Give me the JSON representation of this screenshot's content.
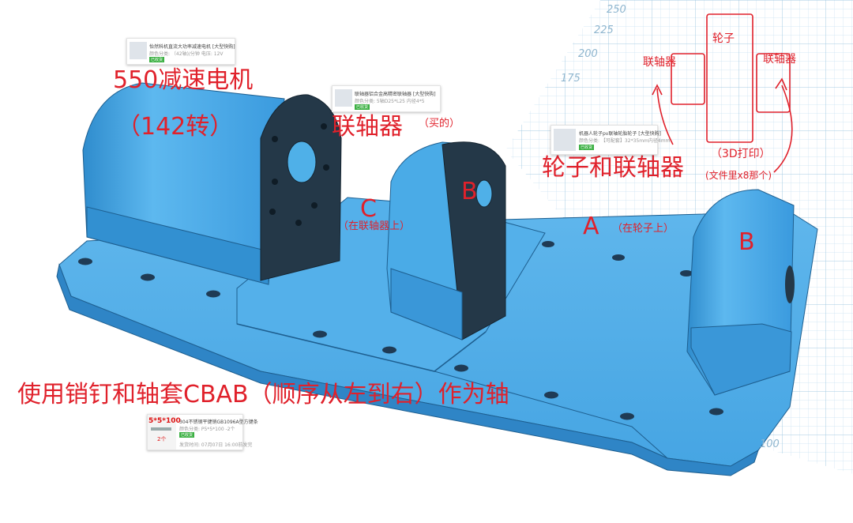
{
  "labels": {
    "motor_title": "550减速电机",
    "motor_speed": "（142转）",
    "coupler_left": "联轴器",
    "coupler_left_note": "（买的）",
    "wheel_coupler": "轮子和联轴器",
    "wheel_coupler_note": "(文件里x8那个)",
    "c_letter": "C",
    "c_note": "（在联轴器上）",
    "b_letter_1": "B",
    "b_letter_2": "B",
    "a_letter": "A",
    "a_note": "（在轮子上）",
    "bottom_note": "使用销钉和轴套CBAB（顺序从左到右）作为轴"
  },
  "sketch": {
    "left_label": "联轴器",
    "center_label": "轮子",
    "right_label": "联轴器",
    "print_note": "（3D打印）"
  },
  "ruler_ticks": [
    "250",
    "225",
    "200",
    "175",
    "100"
  ],
  "cards": {
    "motor": {
      "title": "怡然科机直流大功率减速电机 [大型快购]",
      "sub": "颜色分类: （42轴)/分钟  电压: 12V",
      "badge": "已收货"
    },
    "coupler": {
      "title": "联轴器铝合金高精密联轴器 [大型快购]",
      "sub": "颜色分类: 5轴D25*L25 内径4*5",
      "badge": "已收货"
    },
    "wheel": {
      "title": "机器人轮子pv联轴轮胎轮子 [大型快购]",
      "sub": "颜色分类: 【可配套】32*35mm内径4mm",
      "badge": "已收货"
    },
    "pin": {
      "thumb_text": "5*5*100",
      "thumb_qty": "2个",
      "title": "304不锈钢平键销GB1096A型方键条",
      "sub": "颜色分类: P5*5*100 -2个",
      "time": "发货时间: 07月07日 16:00前发完",
      "badge": "已收货"
    }
  },
  "colors": {
    "part_face": "#3fa3e2",
    "part_top": "#5fb7ec",
    "part_shadow": "#2b7fc0",
    "hole": "#233445",
    "annotation_red": "#e0212b",
    "grid_line": "#a9cfe6"
  }
}
